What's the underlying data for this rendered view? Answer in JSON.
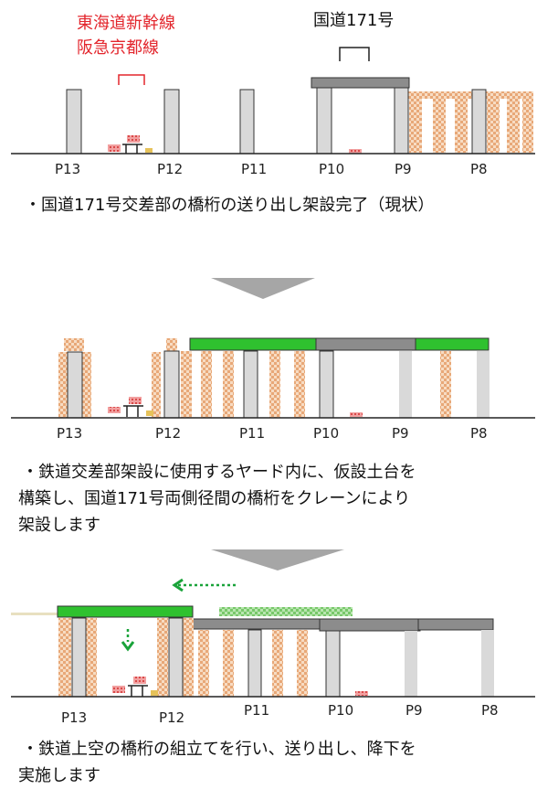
{
  "stage1": {
    "railway_label_1": "東海道新幹線",
    "railway_label_2": "阪急京都線",
    "road_label": "国道171号",
    "piers": [
      "P13",
      "P12",
      "P11",
      "P10",
      "P9",
      "P8"
    ],
    "caption": "・国道171号交差部の橋桁の送り出し架設完了（現状）"
  },
  "stage2": {
    "piers": [
      "P13",
      "P12",
      "P11",
      "P10",
      "P9",
      "P8"
    ],
    "caption_lines": [
      "・鉄道交差部架設に使用するヤード内に、仮設土台を",
      "構築し、国道171号両側径間の橋桁をクレーンにより",
      "架設します"
    ]
  },
  "stage3": {
    "piers": [
      "P13",
      "P12",
      "P11",
      "P10",
      "P9",
      "P8"
    ],
    "caption_lines": [
      "・鉄道上空の橋桁の組立てを行い、送り出し、降下を",
      "実施します"
    ]
  },
  "colors": {
    "new_girder": "#2fc12f",
    "existing_girder": "#8c8c8c",
    "pier": "#d9d9d9",
    "temp_bent": "#f2c7a0",
    "rail_label": "#e3262d",
    "arrow": "#1aa33a",
    "process_arrow": "#a6a6a6"
  }
}
